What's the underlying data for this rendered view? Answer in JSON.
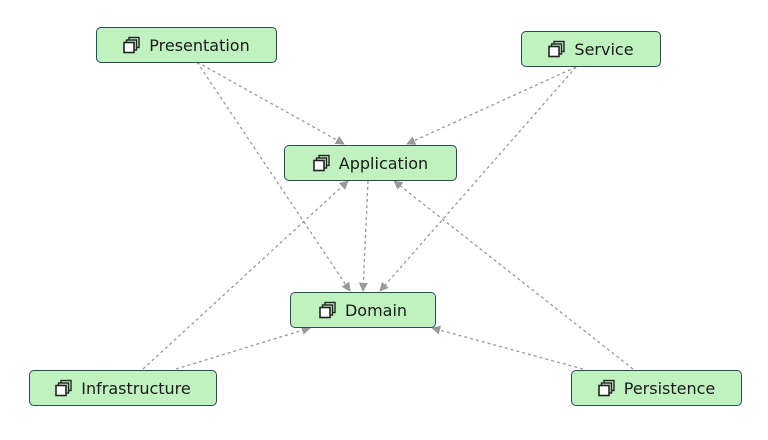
{
  "diagram": {
    "node_fill": "#c0f2c0",
    "node_border": "#2a4a5c",
    "edge_color": "#999999",
    "node_icon": "package-stack-icon",
    "nodes": [
      {
        "id": "presentation",
        "label": "Presentation"
      },
      {
        "id": "service",
        "label": "Service"
      },
      {
        "id": "application",
        "label": "Application"
      },
      {
        "id": "domain",
        "label": "Domain"
      },
      {
        "id": "infrastructure",
        "label": "Infrastructure"
      },
      {
        "id": "persistence",
        "label": "Persistence"
      }
    ],
    "edges": [
      {
        "from": "presentation",
        "to": "application"
      },
      {
        "from": "presentation",
        "to": "domain"
      },
      {
        "from": "service",
        "to": "application"
      },
      {
        "from": "service",
        "to": "domain"
      },
      {
        "from": "application",
        "to": "domain"
      },
      {
        "from": "infrastructure",
        "to": "application"
      },
      {
        "from": "infrastructure",
        "to": "domain"
      },
      {
        "from": "persistence",
        "to": "application"
      },
      {
        "from": "persistence",
        "to": "domain"
      }
    ]
  }
}
